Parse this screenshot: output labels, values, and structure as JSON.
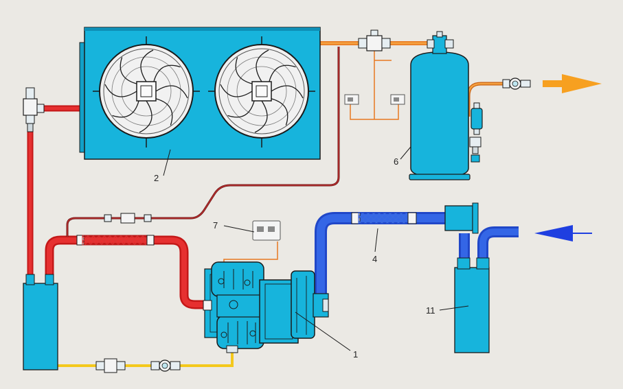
{
  "labels": {
    "compressor": "1",
    "condenser": "2",
    "filter_hose": "4",
    "receiver": "6",
    "pressure_switch": "7",
    "separator": "11"
  },
  "colors": {
    "background": "#ebe9e4",
    "equipment": "#17b4dc",
    "hot_line": "#e02020",
    "suction_line": "#2a5ad8",
    "liquid_line": "#f0a020",
    "oil_line": "#f4c81c",
    "signal_line": "#e87820",
    "flow_out_arrow": "#f7a020",
    "flow_in_arrow": "#1f3fe0"
  },
  "icons": [
    "fan-icon",
    "fan-icon",
    "arrow-right-icon",
    "arrow-left-icon",
    "valve-icon",
    "pressure-switch-icon"
  ]
}
